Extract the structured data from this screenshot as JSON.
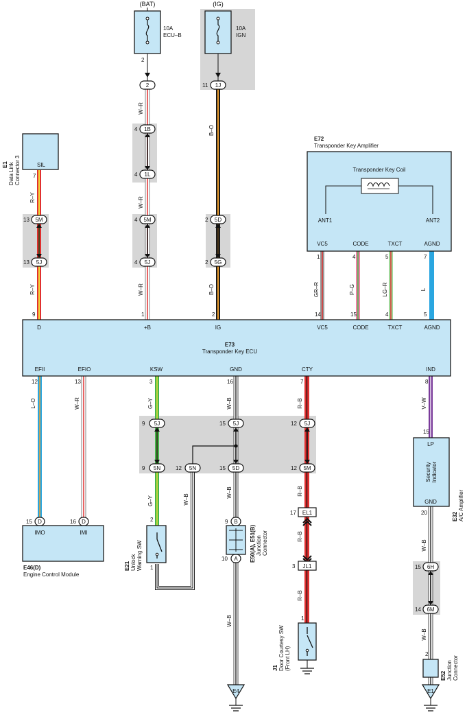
{
  "colors": {
    "box_fill": "#c5e6f6",
    "splice_gray": "#d6d6d6",
    "red": "#e03030",
    "orange": "#f0a030",
    "yellow": "#f2e23a",
    "green": "#44b54a",
    "blue": "#2aa6e0",
    "violet": "#7a3a9a",
    "pink": "#ee7fa4",
    "wire_white": "#ffffff",
    "wire_black": "#1a1a1a"
  },
  "power": {
    "bat": {
      "source": "(BAT)",
      "fuse_amp": "10A",
      "fuse_name": "ECU–B",
      "pin": "2"
    },
    "ig": {
      "source": "(IG)",
      "fuse_amp": "10A",
      "fuse_name": "IGN",
      "pin": "11"
    }
  },
  "dlc": {
    "code": "E1",
    "name": "Data Link\nConnector 3",
    "name_l1": "Data Link",
    "name_l2": "Connector 3",
    "terminal": "SIL",
    "pin": "7"
  },
  "amp": {
    "code": "E72",
    "name": "Transponder Key Amplifier",
    "coil": "Transponder Key Coil",
    "ant1": "ANT1",
    "ant2": "ANT2",
    "terms": [
      "VC5",
      "CODE",
      "TXCT",
      "AGND"
    ],
    "pins": [
      "1",
      "4",
      "5",
      "7"
    ],
    "wires": [
      "GR–R",
      "P–G",
      "LG–R",
      "L"
    ]
  },
  "ecu": {
    "code": "E73",
    "name": "Transponder Key ECU",
    "top_terms": [
      "D",
      "+B",
      "IG",
      "VC5",
      "CODE",
      "TXCT",
      "AGND"
    ],
    "top_pins": [
      "9",
      "1",
      "2",
      "14",
      "15",
      "4",
      "5"
    ],
    "bottom_terms": [
      "EFII",
      "EFIO",
      "KSW",
      "GND",
      "CTY",
      "IND"
    ],
    "bottom_pins": [
      "12",
      "13",
      "3",
      "16",
      "7",
      "8"
    ]
  },
  "connectors": {
    "c_2": "2",
    "c_1J": "1J",
    "c_1B": "1B",
    "c_1L": "1L",
    "c_5M": "5M",
    "c_5J": "5J",
    "c_5D": "5D",
    "c_5G": "5G",
    "c_5N": "5N",
    "c_EL1": "EL1",
    "c_JL1": "JL1",
    "c_6H": "6H",
    "c_6M": "6M",
    "c_D": "D",
    "c_B": "B",
    "c_A": "A"
  },
  "pin_numbers": {
    "sil_top": "13",
    "sil_bot": "13",
    "br_1B": "4",
    "br_1L": "4",
    "br_5M": "4",
    "br_5J": "4",
    "ig_5D": "2",
    "ig_5G": "2",
    "ksw_5J": "9",
    "ksw_5N": "9",
    "unl_5N": "12",
    "gnd_5J": "15",
    "gnd_5D": "15",
    "cty_5J": "12",
    "cty_5M": "12",
    "el1": "17",
    "jl1": "3",
    "ac_lp": "15",
    "ac_gnd": "20",
    "c6h": "15",
    "c6m": "14",
    "ecm_imo": "15",
    "ecm_imi": "16",
    "sw_pin": "1",
    "sw_pin2": "2",
    "door_pin": "1",
    "e52_pin": "2",
    "jc_b": "9",
    "jc_a": "10"
  },
  "wire_labels": {
    "bat": "W–R",
    "ig": "B–O",
    "sil": "R–Y",
    "bplus": "W–R",
    "efii": "L–O",
    "efio": "W–R",
    "ksw": "G–Y",
    "gnd": "W–B",
    "cty": "R–B",
    "ind": "V–W",
    "unlock": "W–B",
    "ac_gnd": "W–B"
  },
  "ecm": {
    "code": "E46(D)",
    "name": "Engine Control Module",
    "terms": [
      "IMO",
      "IMI"
    ]
  },
  "unlock_sw": {
    "code": "E21",
    "name_l1": "Unlock",
    "name_l2": "Warning SW"
  },
  "junction": {
    "code": "E50(A), E51(B)",
    "name_l1": "Junction",
    "name_l2": "Connector"
  },
  "door_sw": {
    "code": "J1",
    "name_l1": "Door Courtesy SW",
    "name_l2": "(Front LH)"
  },
  "ac_amp": {
    "code": "E32",
    "name": "A/C Amplifier",
    "indicator_l1": "Security",
    "indicator_l2": "Indicator",
    "lp": "LP",
    "gnd": "GND"
  },
  "e52": {
    "code": "E52",
    "name_l1": "Junction",
    "name_l2": "Connector"
  },
  "grounds": {
    "e4": "E4",
    "e1": "E1"
  }
}
